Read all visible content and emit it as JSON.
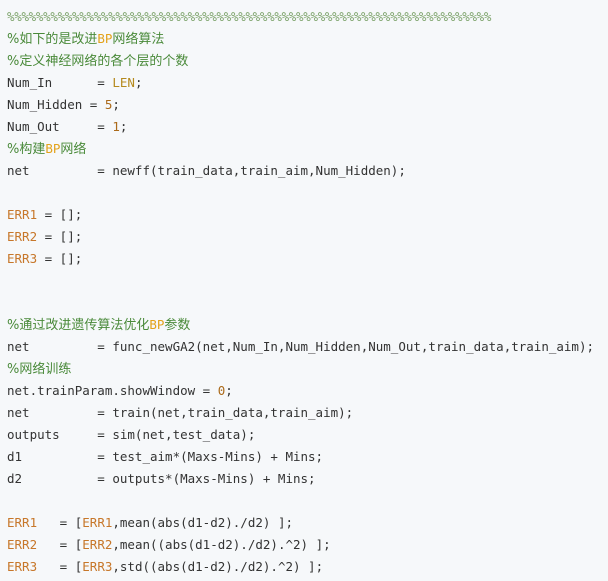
{
  "code_lines": [
    [
      {
        "t": "%%%%%%%%%%%%%%%%%%%%%%%%%%%%%%%%%%%%%%%%%%%%%%%%%%%%%%%%%%%%%%%%%%%",
        "k": "sep"
      }
    ],
    [
      {
        "t": "%如下的是改进",
        "k": "c c-cn"
      },
      {
        "t": "BP",
        "k": "c c-bp"
      },
      {
        "t": "网络算法",
        "k": "c c-cn"
      }
    ],
    [
      {
        "t": "%定义神经网络的各个层的个数",
        "k": "c c-cn"
      }
    ],
    [
      {
        "t": "Num_In      = ",
        "k": "p"
      },
      {
        "t": "LEN",
        "k": "v"
      },
      {
        "t": ";",
        "k": "p"
      }
    ],
    [
      {
        "t": "Num_Hidden = ",
        "k": "p"
      },
      {
        "t": "5",
        "k": "num"
      },
      {
        "t": ";",
        "k": "p"
      }
    ],
    [
      {
        "t": "Num_Out     = ",
        "k": "p"
      },
      {
        "t": "1",
        "k": "num"
      },
      {
        "t": ";",
        "k": "p"
      }
    ],
    [
      {
        "t": "%构建",
        "k": "c c-cn"
      },
      {
        "t": "BP",
        "k": "c c-bp"
      },
      {
        "t": "网络",
        "k": "c c-cn"
      }
    ],
    [
      {
        "t": "net         = newff(train_data,train_aim,Num_Hidden);",
        "k": "p"
      }
    ],
    [
      {
        "t": "",
        "k": "p"
      }
    ],
    [
      {
        "t": "ERR1",
        "k": "v-red"
      },
      {
        "t": " = [];",
        "k": "p"
      }
    ],
    [
      {
        "t": "ERR2",
        "k": "v-red"
      },
      {
        "t": " = [];",
        "k": "p"
      }
    ],
    [
      {
        "t": "ERR3",
        "k": "v-red"
      },
      {
        "t": " = [];",
        "k": "p"
      }
    ],
    [
      {
        "t": "",
        "k": "p"
      }
    ],
    [
      {
        "t": "",
        "k": "p"
      }
    ],
    [
      {
        "t": "%通过改进遗传算法优化",
        "k": "c c-cn"
      },
      {
        "t": "BP",
        "k": "c c-bp"
      },
      {
        "t": "参数",
        "k": "c c-cn"
      }
    ],
    [
      {
        "t": "net         = func_newGA2(net,Num_In,Num_Hidden,Num_Out,train_data,train_aim);",
        "k": "p"
      }
    ],
    [
      {
        "t": "%网络训练",
        "k": "c c-cn"
      }
    ],
    [
      {
        "t": "net.trainParam.showWindow = ",
        "k": "p"
      },
      {
        "t": "0",
        "k": "num"
      },
      {
        "t": ";",
        "k": "p"
      }
    ],
    [
      {
        "t": "net         = train(net,train_data,train_aim);",
        "k": "p"
      }
    ],
    [
      {
        "t": "outputs     = sim(net,test_data);",
        "k": "p"
      }
    ],
    [
      {
        "t": "d1          = test_aim*(Maxs-Mins) + Mins;",
        "k": "p"
      }
    ],
    [
      {
        "t": "d2          = outputs*(Maxs-Mins) + Mins;",
        "k": "p"
      }
    ],
    [
      {
        "t": "",
        "k": "p"
      }
    ],
    [
      {
        "t": "ERR1",
        "k": "v-red"
      },
      {
        "t": "   = [",
        "k": "p"
      },
      {
        "t": "ERR1",
        "k": "v-red"
      },
      {
        "t": ",mean(abs(d1-d2)./d2) ];",
        "k": "p"
      }
    ],
    [
      {
        "t": "ERR2",
        "k": "v-red"
      },
      {
        "t": "   = [",
        "k": "p"
      },
      {
        "t": "ERR2",
        "k": "v-red"
      },
      {
        "t": ",mean((abs(d1-d2)./d2).^2) ];",
        "k": "p"
      }
    ],
    [
      {
        "t": "ERR3",
        "k": "v-red"
      },
      {
        "t": "   = [",
        "k": "p"
      },
      {
        "t": "ERR3",
        "k": "v-red"
      },
      {
        "t": ",std((abs(d1-d2)./d2).^2) ];",
        "k": "p"
      }
    ]
  ],
  "colors": {
    "background": "#f6f8fa",
    "comment": "#4a8a3a",
    "keyword_bp": "#e3a21a",
    "variable": "#c7772a",
    "number": "#ab6a1a",
    "plain": "#333333"
  }
}
